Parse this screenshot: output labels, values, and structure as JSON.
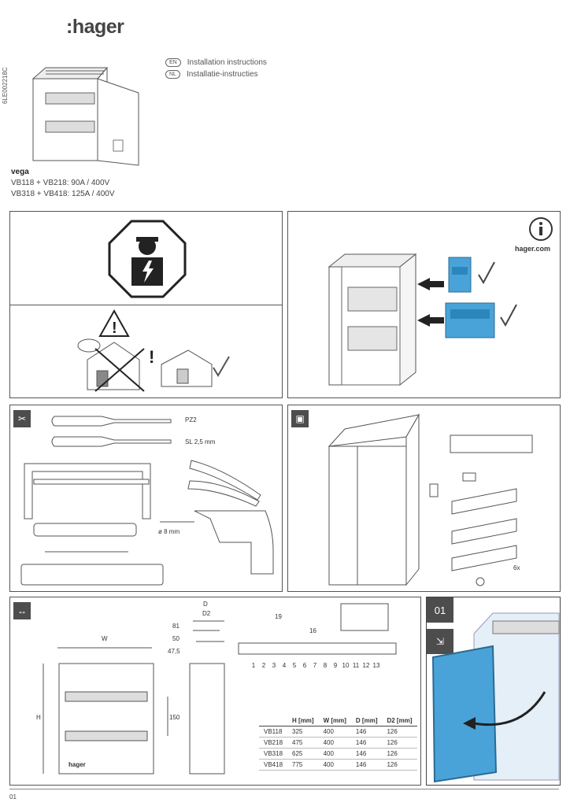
{
  "brand": {
    "logo": ":hager"
  },
  "doc_id": "6LE002218C",
  "languages": [
    {
      "code": "EN",
      "label": "Installation instructions"
    },
    {
      "code": "NL",
      "label": "Installatie-instructies"
    }
  ],
  "product": {
    "name": "vega",
    "line1": "VB118 + VB218: 90A / 400V",
    "line2": "VB318 + VB418: 125A / 400V"
  },
  "info_panel": {
    "site": "hager.com",
    "icon": "info-icon"
  },
  "tools": {
    "icon": "tools-icon",
    "screwdriver1": "PZ2",
    "screwdriver2": "SL 2,5 mm",
    "drill": "ø 8 mm"
  },
  "box_contents": {
    "icon": "box-open-icon",
    "screws": "6x"
  },
  "dimensions": {
    "icon": "ruler-icon",
    "labels": {
      "W": "W",
      "H": "H",
      "D": "D",
      "D2": "D2",
      "d81": "81",
      "d50": "50",
      "d475": "47,5",
      "d150": "150",
      "d19": "19",
      "d16": "16"
    },
    "terminal_numbers": [
      "1",
      "2",
      "3",
      "4",
      "5",
      "6",
      "7",
      "8",
      "9",
      "10",
      "11",
      "12",
      "13"
    ],
    "headers": [
      "",
      "H [mm]",
      "W [mm]",
      "D [mm]",
      "D2 [mm]"
    ],
    "rows": [
      [
        "VB118",
        "325",
        "400",
        "146",
        "126"
      ],
      [
        "VB218",
        "475",
        "400",
        "146",
        "126"
      ],
      [
        "VB318",
        "625",
        "400",
        "146",
        "126"
      ],
      [
        "VB418",
        "775",
        "400",
        "146",
        "126"
      ]
    ],
    "mini_logo": "hager"
  },
  "step": {
    "number": "01",
    "icon": "door-remove-icon"
  },
  "page_number": "01"
}
